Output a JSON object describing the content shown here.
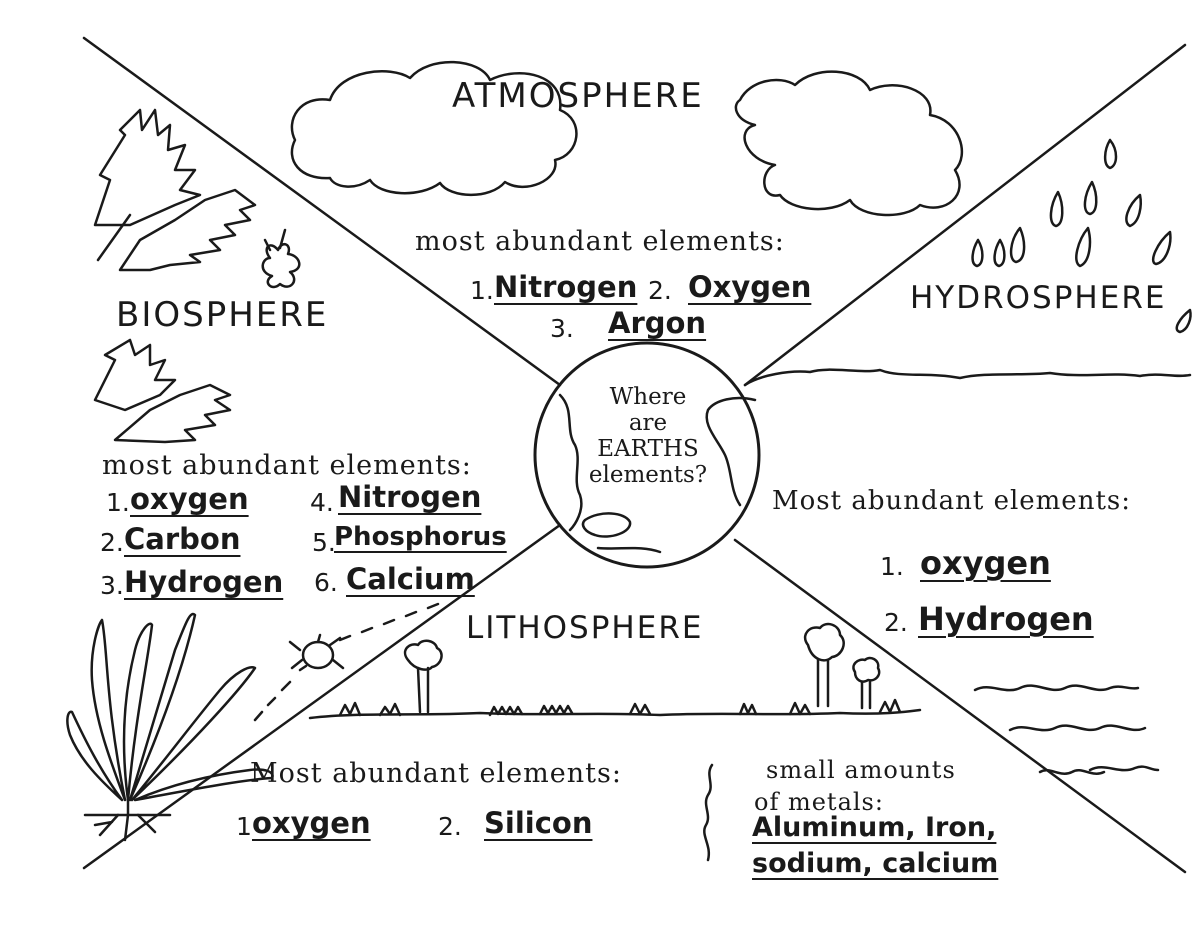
{
  "center": {
    "line1": "Where",
    "line2": "are",
    "line3": "EARTHS",
    "line4": "elements?"
  },
  "atmosphere": {
    "title": "ATMOSPHERE",
    "label": "most abundant elements:",
    "items": [
      {
        "num": "1.",
        "name": "Nitrogen"
      },
      {
        "num": "2.",
        "name": "Oxygen"
      },
      {
        "num": "3.",
        "name": "Argon"
      }
    ]
  },
  "biosphere": {
    "title": "BIOSPHERE",
    "label": "most abundant elements:",
    "items": [
      {
        "num": "1.",
        "name": "oxygen"
      },
      {
        "num": "2.",
        "name": "Carbon"
      },
      {
        "num": "3.",
        "name": "Hydrogen"
      },
      {
        "num": "4.",
        "name": "Nitrogen"
      },
      {
        "num": "5.",
        "name": "Phosphorus"
      },
      {
        "num": "6.",
        "name": "Calcium"
      }
    ]
  },
  "hydrosphere": {
    "title": "HYDROSPHERE",
    "label": "Most abundant elements:",
    "items": [
      {
        "num": "1.",
        "name": "oxygen"
      },
      {
        "num": "2.",
        "name": "Hydrogen"
      }
    ]
  },
  "lithosphere": {
    "title": "LITHOSPHERE",
    "label": "Most abundant elements:",
    "items": [
      {
        "num": "1",
        "name": "oxygen"
      },
      {
        "num": "2.",
        "name": "Silicon"
      }
    ],
    "metals_label_line1": "small amounts",
    "metals_label_line2": "of metals:",
    "metals_line1": "Aluminum, Iron,",
    "metals_line2": "sodium, calcium"
  }
}
